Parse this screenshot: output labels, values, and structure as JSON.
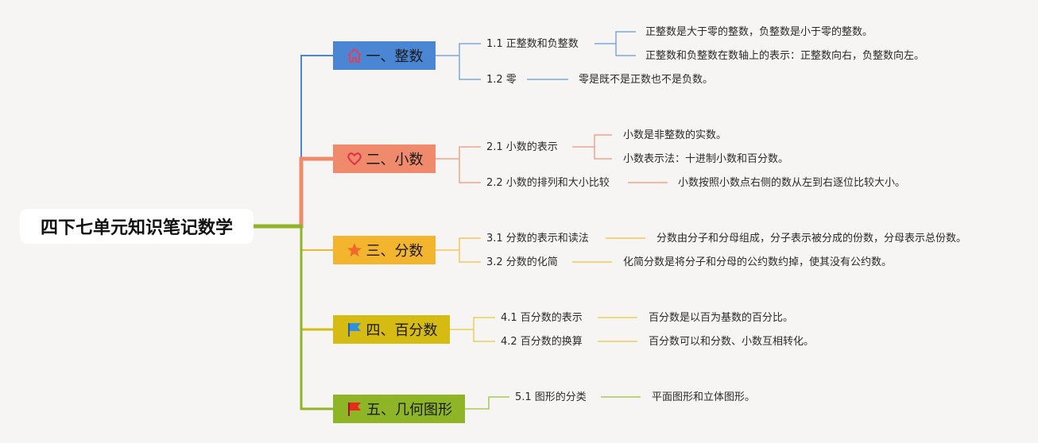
{
  "root": {
    "label": "四下七单元知识笔记数学"
  },
  "branches": [
    {
      "label": "一、整数",
      "icon": "home-icon",
      "color": "#4a86d4",
      "subs": [
        {
          "label": "1.1 正整数和负整数",
          "leaves": [
            "正整数是大于零的整数，负整数是小于零的整数。",
            "正整数和负整数在数轴上的表示：正整数向右，负整数向左。"
          ]
        },
        {
          "label": "1.2 零",
          "leaves": [
            "零是既不是正数也不是负数。"
          ]
        }
      ]
    },
    {
      "label": "二、小数",
      "icon": "heart-icon",
      "color": "#ef8a6c",
      "subs": [
        {
          "label": "2.1 小数的表示",
          "leaves": [
            "小数是非整数的实数。",
            "小数表示法：十进制小数和百分数。"
          ]
        },
        {
          "label": "2.2 小数的排列和大小比较",
          "leaves": [
            "小数按照小数点右侧的数从左到右逐位比较大小。"
          ]
        }
      ]
    },
    {
      "label": "三、分数",
      "icon": "star-icon",
      "color": "#f4b52e",
      "subs": [
        {
          "label": "3.1 分数的表示和读法",
          "leaves": [
            "分数由分子和分母组成，分子表示被分成的份数，分母表示总份数。"
          ]
        },
        {
          "label": "3.2 分数的化简",
          "leaves": [
            "化简分数是将分子和分母的公约数约掉，使其没有公约数。"
          ]
        }
      ]
    },
    {
      "label": "四、百分数",
      "icon": "flag-blue-icon",
      "color": "#d6bb12",
      "subs": [
        {
          "label": "4.1 百分数的表示",
          "leaves": [
            "百分数是以百为基数的百分比。"
          ]
        },
        {
          "label": "4.2 百分数的换算",
          "leaves": [
            "百分数可以和分数、小数互相转化。"
          ]
        }
      ]
    },
    {
      "label": "五、几何图形",
      "icon": "flag-red-icon",
      "color": "#8db526",
      "subs": [
        {
          "label": "5.1 图形的分类",
          "leaves": [
            "平面图形和立体图形。"
          ]
        }
      ]
    }
  ]
}
